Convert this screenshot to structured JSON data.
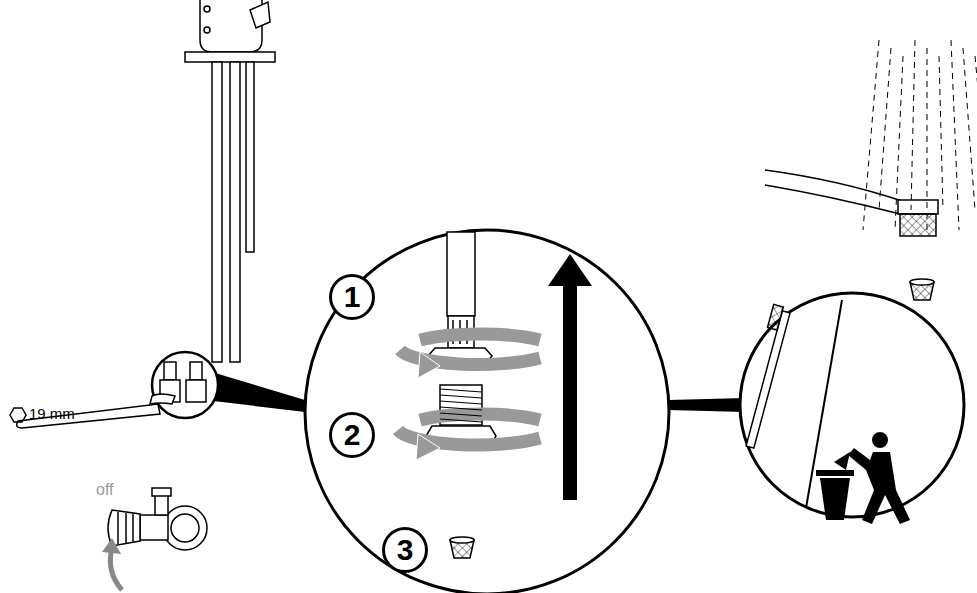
{
  "diagram": {
    "nodes": [
      {
        "text": [
          "1"
        ]
      },
      {
        "text": [
          "2"
        ]
      },
      {
        "text": [
          "3"
        ]
      }
    ],
    "labels": [
      "19 mm",
      "off"
    ]
  }
}
